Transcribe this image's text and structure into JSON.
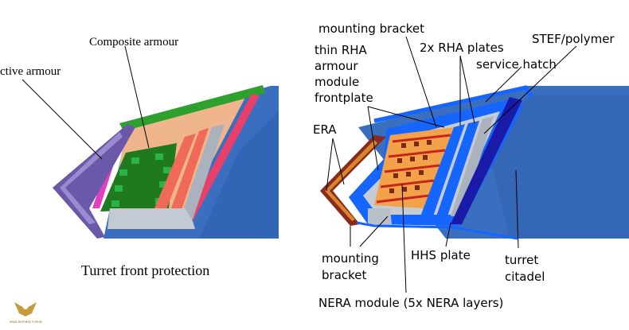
{
  "left_diagram": {
    "labels": {
      "composite_armour": "Composite armour",
      "reactive_armour": "ctive armour",
      "caption": "Turret front protection"
    }
  },
  "right_diagram": {
    "labels": {
      "mounting_bracket_top": "mounting bracket",
      "thin_rha_line1": "thin RHA",
      "thin_rha_line2": "armour",
      "thin_rha_line3": "module",
      "thin_rha_line4": "frontplate",
      "rha_plates": "2x RHA plates",
      "stef_polymer": "STEF/polymer",
      "service_hatch": "service hatch",
      "era": "ERA",
      "mounting_bracket_bottom_line1": "mounting",
      "mounting_bracket_bottom_line2": "bracket",
      "hhs_plate": "HHS plate",
      "turret_line1": "turret",
      "turret_line2": "citadel",
      "nera_module": "NERA module (5x NERA layers)"
    }
  },
  "watermark": {
    "line1": "ARAB DEFENSE FORUM"
  },
  "colors": {
    "turret_blue": "#3a6fc0",
    "turret_blue_dark": "#2f5fae",
    "composite_peach": "#efb58c",
    "green_plate": "#1f8a1f",
    "green_chip": "#2bb24a",
    "magenta": "#e23fbf",
    "purple": "#6b58a8",
    "red_plate": "#f06a5a",
    "grey_plate": "#a9b2bd",
    "bright_blue": "#1565ff",
    "navy": "#1a1aa8",
    "nera_orange": "#f07b1e",
    "nera_red": "#c6261b",
    "era_brown": "#8a2a1c"
  }
}
